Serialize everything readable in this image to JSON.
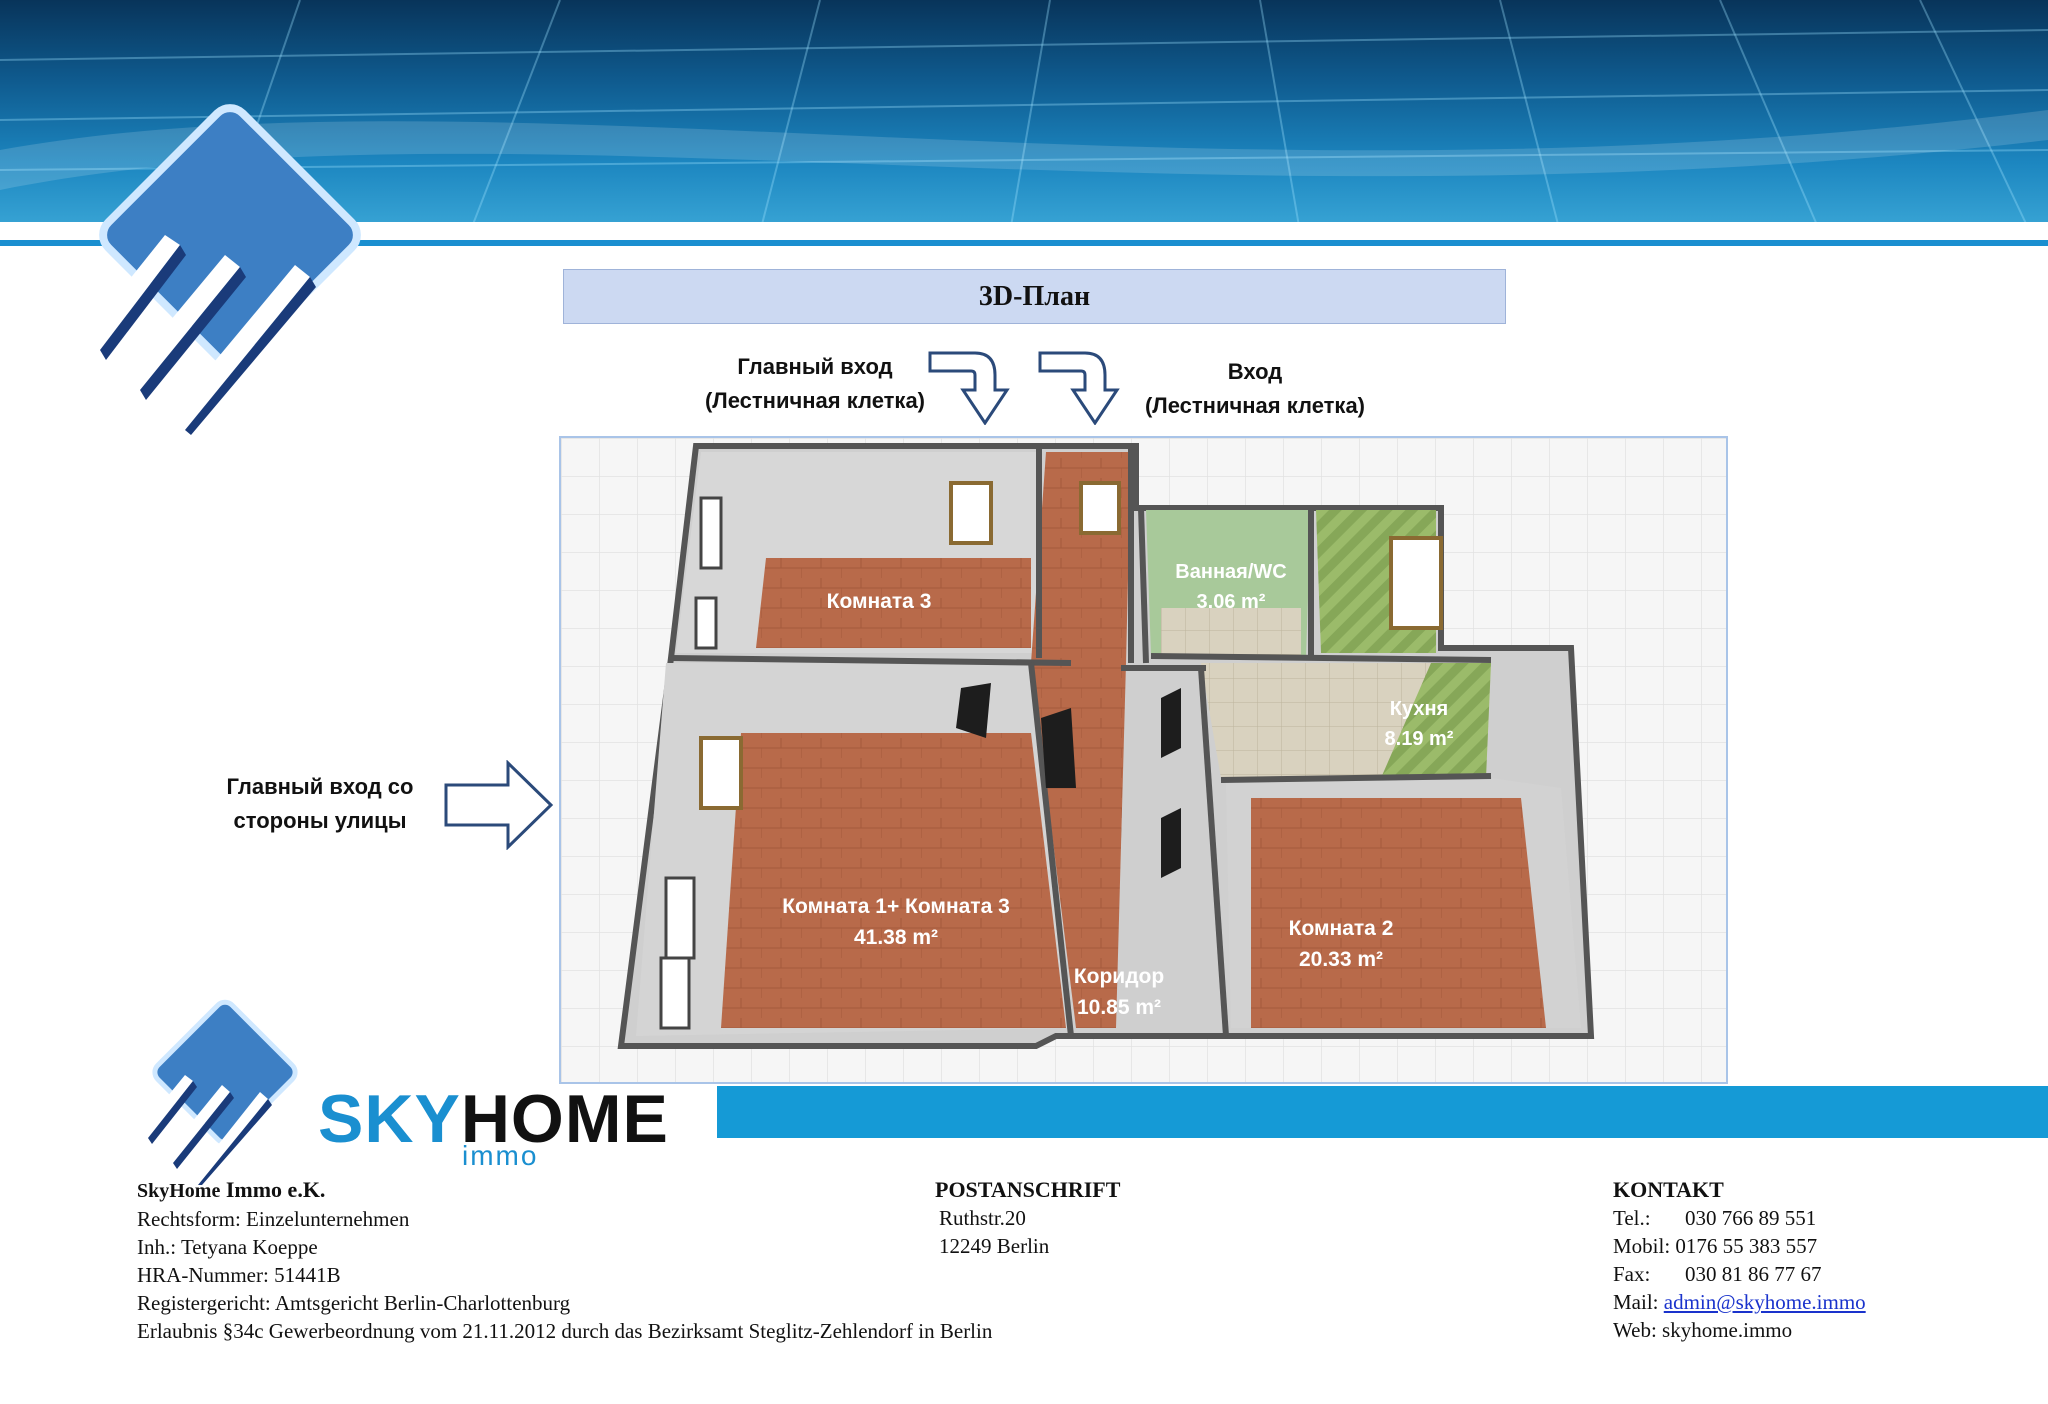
{
  "plan": {
    "title": "3D-План",
    "entrance_main": [
      "Главный вход",
      "(Лестничная клетка)"
    ],
    "entrance_second": [
      "Вход",
      "(Лестничная  клетка)"
    ],
    "entrance_street": [
      "Главный вход со",
      "стороны улицы"
    ],
    "rooms": [
      {
        "name": "Комната 3",
        "area": ""
      },
      {
        "name": "Ванная/WC",
        "area": "3.06 m²"
      },
      {
        "name": "Кухня",
        "area": "8.19  m²"
      },
      {
        "name": "Комната 1+ Комната 3",
        "area": "41.38 m²"
      },
      {
        "name": "Коридор",
        "area": "10.85 m²"
      },
      {
        "name": "Комната 2",
        "area": "20.33 m²"
      }
    ]
  },
  "brand": {
    "sky": "SKY",
    "home": "HOME",
    "sub": "immo",
    "color": "#159ad6"
  },
  "footer": {
    "company": {
      "title_sky": "SkyHome",
      "title_rest": " Immo e.K.",
      "lines": [
        "Rechtsform: Einzelunternehmen",
        "Inh.: Tetyana Koeppe",
        "HRA-Nummer: 51441B",
        "Registergericht: Amtsgericht Berlin-Charlottenburg",
        "Erlaubnis §34c Gewerbeordnung vom 21.11.2012 durch das Bezirksamt Steglitz-Zehlendorf in Berlin"
      ]
    },
    "post": {
      "title": "POSTANSCHRIFT",
      "street": "Ruthstr.20",
      "city": "12249 Berlin"
    },
    "contact": {
      "title": "KONTAKT",
      "tel_label": "Tel.:",
      "tel": "030 766 89 551",
      "mobil": "Mobil: 0176 55 383 557",
      "fax_label": "Fax:",
      "fax": "030 81 86 77 67",
      "mail_label": "Mail:",
      "mail": "admin@skyhome.immo",
      "web": "Web: skyhome.immo"
    }
  }
}
